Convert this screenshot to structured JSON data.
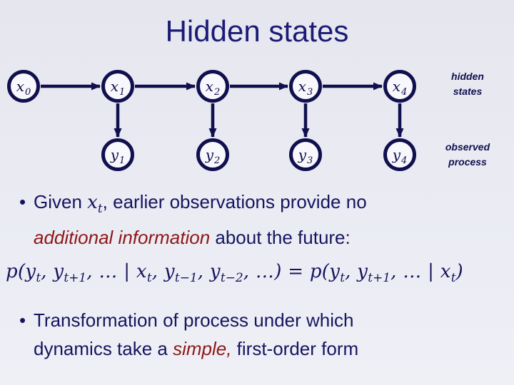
{
  "slide": {
    "title": "Hidden states",
    "colors": {
      "navy_title": "#1b1b75",
      "navy_text": "#15155f",
      "navy_diagram": "#10104f",
      "red_emphasis": "#8d1717",
      "background_top": "#e6e6ef",
      "background_bottom": "#eff0f6",
      "node_fill": "#f7f7fc"
    }
  },
  "diagram": {
    "x_nodes": [
      {
        "base": "x",
        "sub": "0"
      },
      {
        "base": "x",
        "sub": "1"
      },
      {
        "base": "x",
        "sub": "2"
      },
      {
        "base": "x",
        "sub": "3"
      },
      {
        "base": "x",
        "sub": "4"
      }
    ],
    "y_nodes": [
      {
        "base": "y",
        "sub": "1"
      },
      {
        "base": "y",
        "sub": "2"
      },
      {
        "base": "y",
        "sub": "3"
      },
      {
        "base": "y",
        "sub": "4"
      }
    ],
    "labels": {
      "hidden": {
        "line1": "hidden",
        "line2": "states"
      },
      "observed": {
        "line1": "observed",
        "line2": "process"
      }
    }
  },
  "bullets": {
    "marker": "•",
    "b1_line1": [
      {
        "t": "Given "
      },
      {
        "t": "x",
        "c": "math"
      },
      {
        "s": "t",
        "c": "math"
      },
      {
        "t": ", earlier observations provide no"
      }
    ],
    "b1_line2": [
      {
        "t": "additional information",
        "c": "red"
      },
      {
        "t": " about the future:"
      }
    ],
    "b2_line1": [
      {
        "t": "Transformation of process under which"
      }
    ],
    "b2_line2": [
      {
        "t": "dynamics take a "
      },
      {
        "t": "simple,",
        "c": "red"
      },
      {
        "t": " first-order form"
      }
    ]
  },
  "equation": {
    "tokens": [
      {
        "t": "p(y"
      },
      {
        "s": "t"
      },
      {
        "t": ", y"
      },
      {
        "s": "t+1"
      },
      {
        "t": ", … | x"
      },
      {
        "s": "t"
      },
      {
        "t": ", y"
      },
      {
        "s": "t−1"
      },
      {
        "t": ", y"
      },
      {
        "s": "t−2"
      },
      {
        "t": ", …) = p(y"
      },
      {
        "s": "t"
      },
      {
        "t": ", y"
      },
      {
        "s": "t+1"
      },
      {
        "t": ", … | x"
      },
      {
        "s": "t"
      },
      {
        "t": ")"
      }
    ]
  }
}
